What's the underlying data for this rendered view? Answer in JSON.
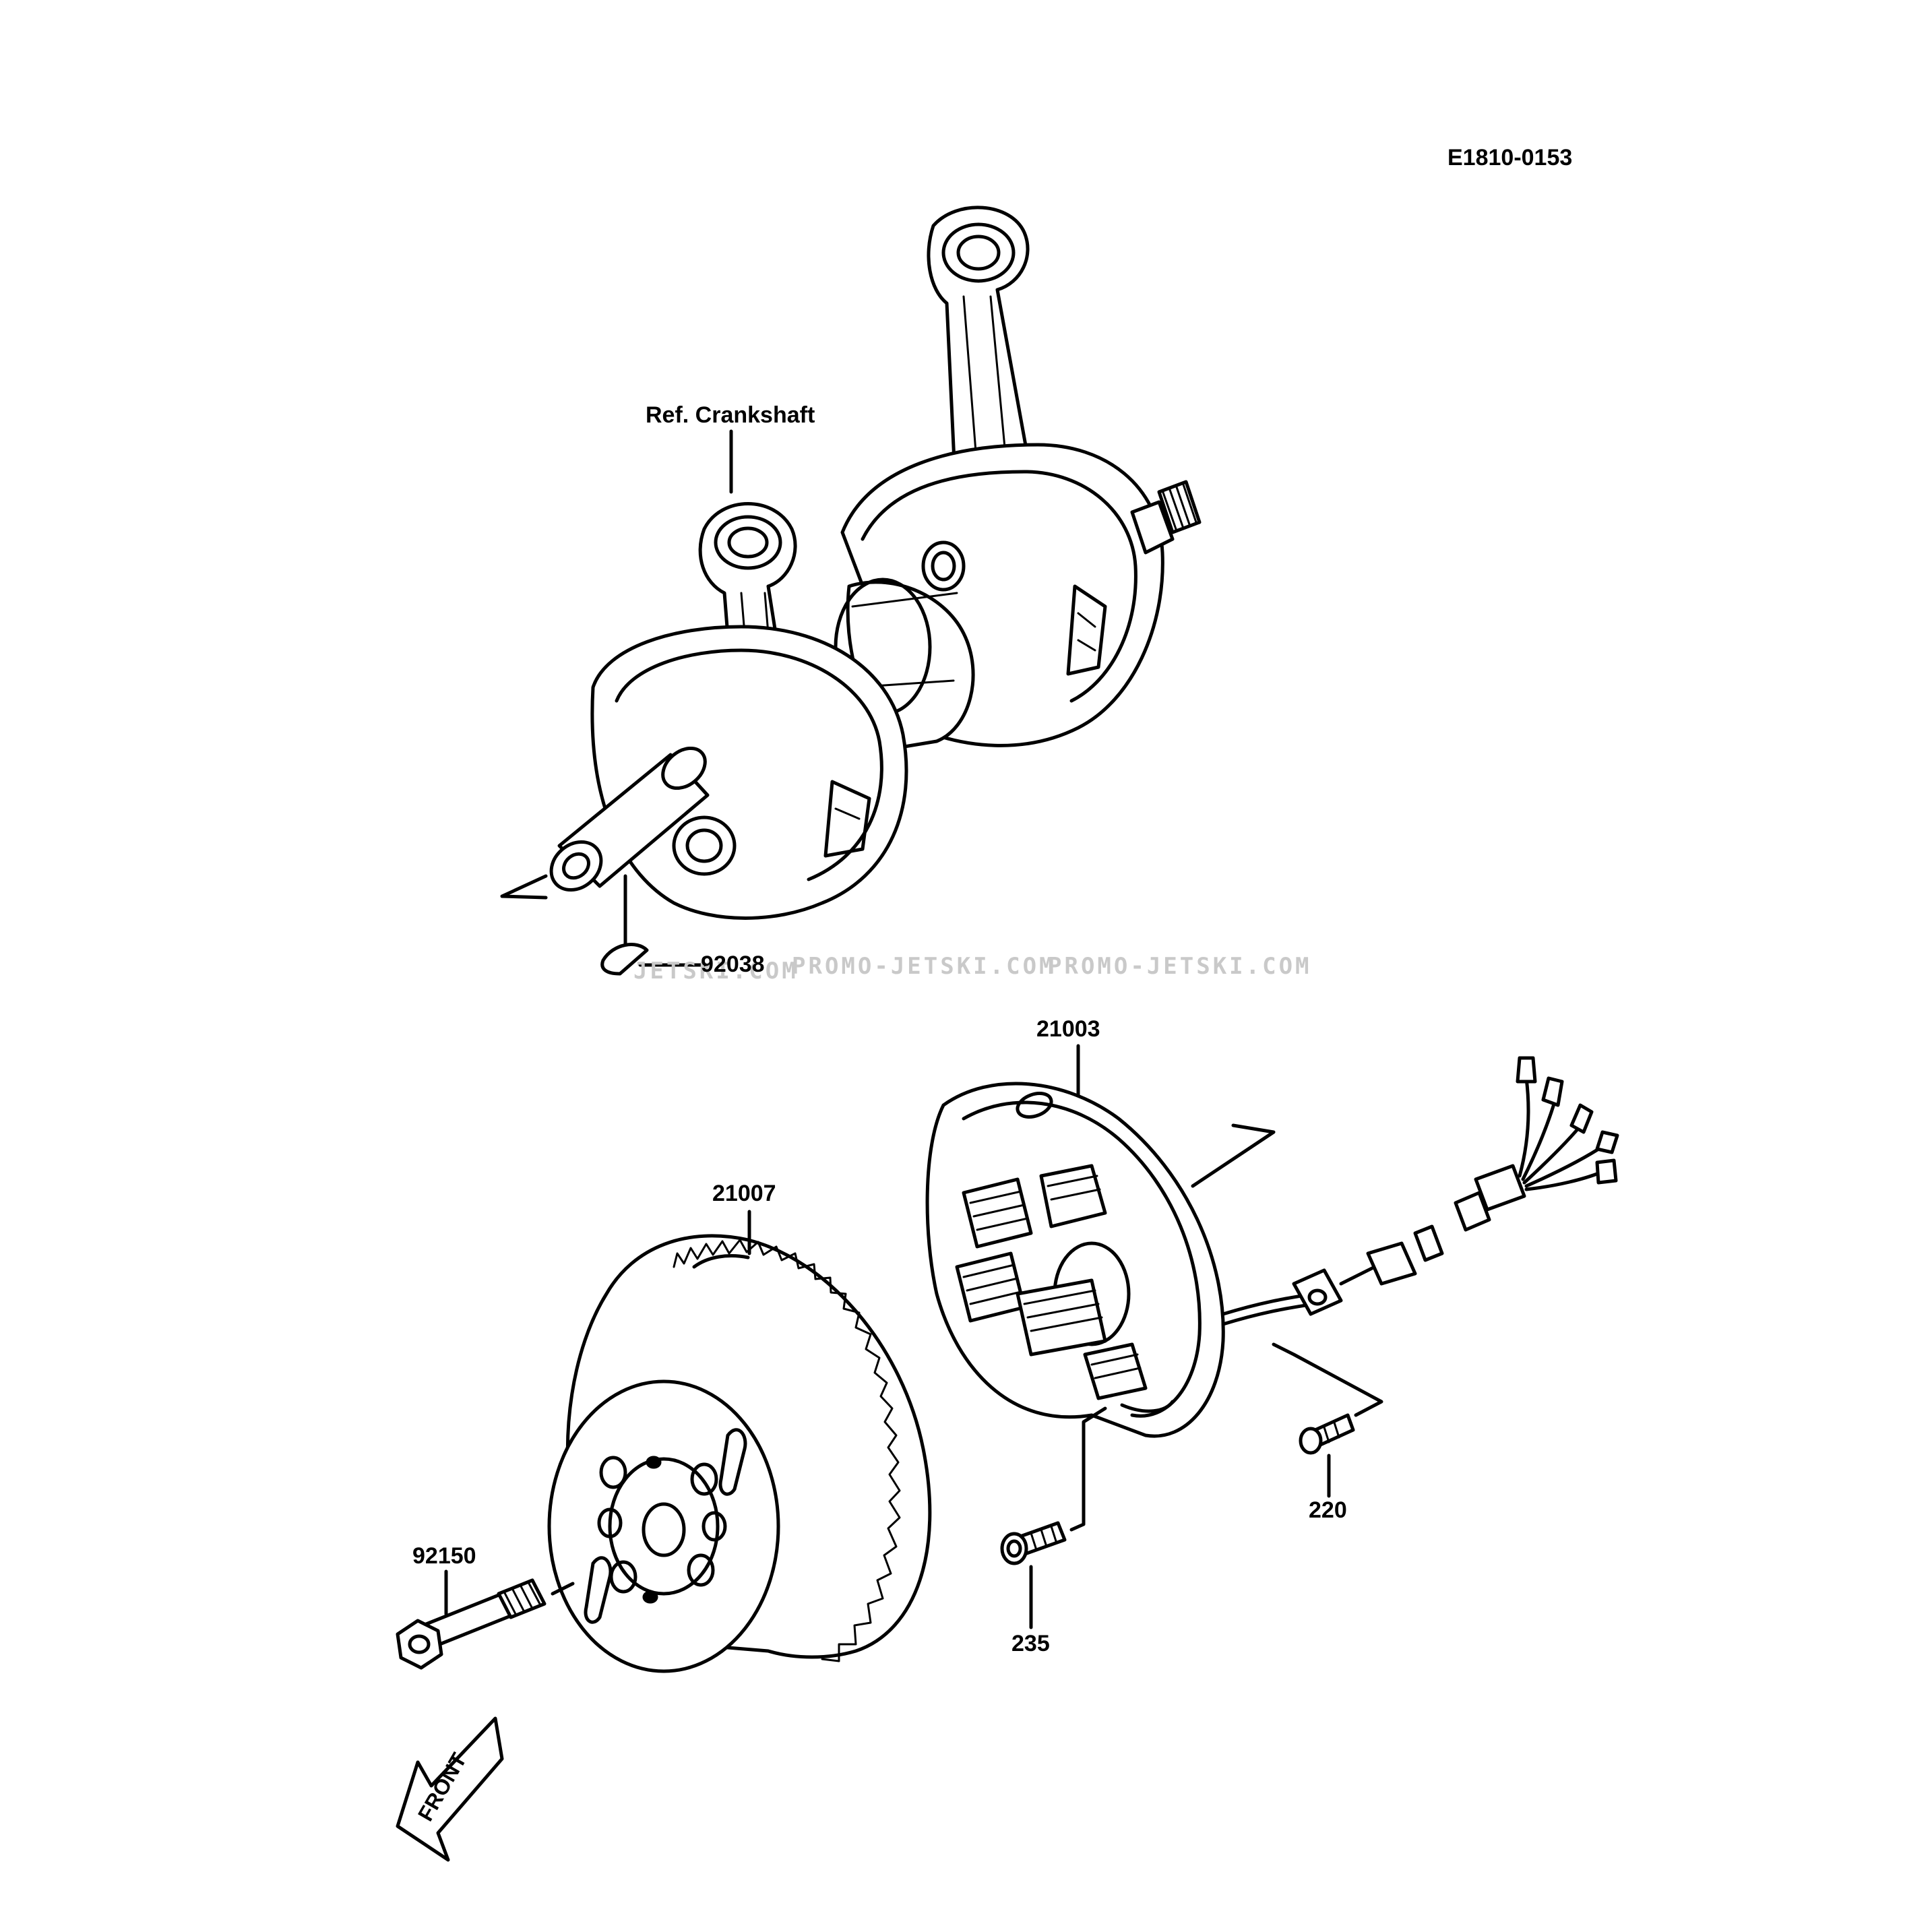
{
  "diagram_code": "E1810-0153",
  "labels": {
    "ref_crankshaft": "Ref. Crankshaft",
    "key": "92038",
    "stator": "21003",
    "flywheel": "21007",
    "flywheel_bolt": "92150",
    "stator_screw": "235",
    "grommet_screw": "220",
    "front": "FRONT"
  },
  "watermark": "PROMO-JETSKI.COM",
  "watermark_partial": "JETSKI.COM"
}
